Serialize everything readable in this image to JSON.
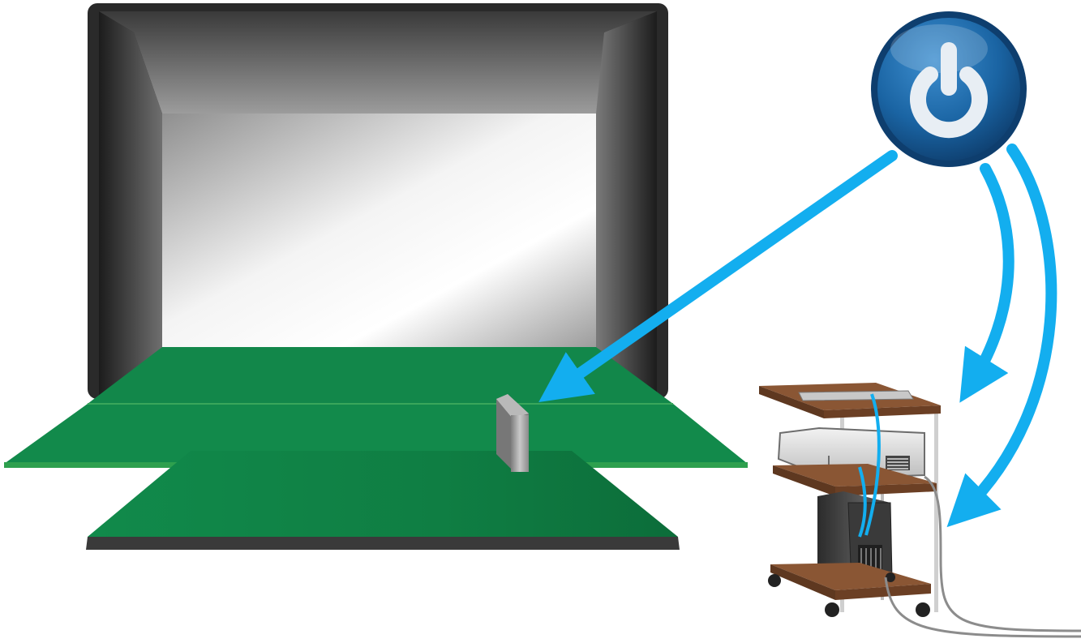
{
  "scene": {
    "enclosure": {
      "frame_color": "#2e2e2e",
      "screen_color": "#e6e6e6"
    },
    "turf": {
      "color": "#12874a",
      "edge_color": "#2f9e50"
    },
    "sensor": {
      "color": "#9a9a9a"
    },
    "power_button": {
      "icon": "power-icon",
      "color": "#1c6aa8",
      "glyph_color": "#e8eef4"
    },
    "arrows": {
      "color": "#13aeef",
      "targets": [
        "launch-monitor",
        "projector",
        "computer"
      ]
    },
    "cart": {
      "shelf_color": "#7a4a2e",
      "devices": [
        "keyboard",
        "projector",
        "computer-tower"
      ],
      "cable_color": "#8c8c8c"
    }
  }
}
